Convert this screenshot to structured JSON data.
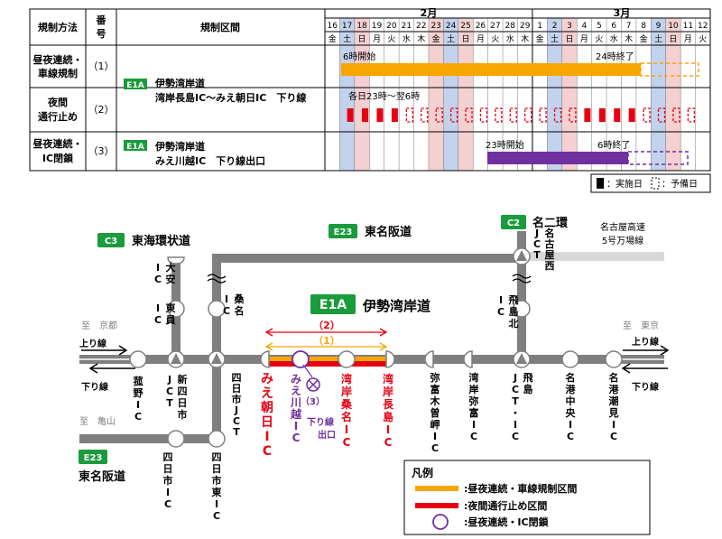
{
  "table": {
    "headers": {
      "method": "規制方法",
      "number": "番号",
      "section": "規制区間"
    },
    "months": [
      "2月",
      "3月"
    ],
    "days": [
      "16",
      "17",
      "18",
      "19",
      "20",
      "21",
      "22",
      "23",
      "24",
      "25",
      "26",
      "27",
      "28",
      "29",
      "1",
      "2",
      "3",
      "4",
      "5",
      "6",
      "7",
      "8",
      "9",
      "10",
      "11",
      "12"
    ],
    "weekdays": [
      "金",
      "土",
      "日",
      "月",
      "火",
      "水",
      "木",
      "金",
      "土",
      "日",
      "月",
      "火",
      "水",
      "木",
      "金",
      "土",
      "日",
      "月",
      "火",
      "水",
      "木",
      "金",
      "土",
      "日",
      "月",
      "火"
    ],
    "rows": [
      {
        "method": [
          "昼夜連続・",
          "車線規制"
        ],
        "number": "（1）",
        "badge": "E1A",
        "section": [
          "伊勢湾岸道",
          "湾岸長島IC～みえ朝日IC　下り線"
        ],
        "start_label": "6時開始",
        "end_label": "24時終了"
      },
      {
        "method": [
          "夜間",
          "通行止め"
        ],
        "number": "（2）",
        "night_label": "各日23時～翌6時"
      },
      {
        "method": [
          "昼夜連続・",
          "IC閉鎖"
        ],
        "number": "（3）",
        "badge": "E1A",
        "section": [
          "伊勢湾岸道",
          "みえ川越IC　下り線出口"
        ],
        "start_label": "23時開始",
        "end_label": "6時終了"
      }
    ],
    "legend_actual": "：実施日",
    "legend_reserve": "：予備日"
  },
  "map": {
    "c3_badge": "C3",
    "c3_name": "東海環状道",
    "e23_badge": "E23",
    "e23_name": "東名阪道",
    "c2_badge": "C2",
    "c2_name": "名二環",
    "nagoya5_name": [
      "名古屋高速",
      "5号万場線"
    ],
    "e1a_badge": "E1A",
    "e1a_name": "伊勢湾岸道",
    "e23_bottom_badge": "E23",
    "e23_bottom_name": "東名阪道",
    "to_kyoto": "至　京都",
    "to_tokyo": "至　東京",
    "to_kameyama": "至　亀山",
    "up_line": "上り線",
    "down_line": "下り線",
    "section2_label": "（2）",
    "section1_label": "（1）",
    "section3_label": "（3）",
    "exit_label": [
      "下り線",
      "出口"
    ],
    "nodes": {
      "odai": "大安IC",
      "higashiin": "東員IC",
      "kuwana": "桑名IC",
      "nagoyanishi": "名古屋西JCT",
      "tobishimakita": "飛島北IC",
      "komono": "菰野IC",
      "shinyokkaichi": "新四日市JCT",
      "yokkaichi_jct": "四日市JCT",
      "mieasahi": "みえ朝日IC",
      "miekawagoe": "みえ川越IC",
      "wanganKuwanaminami": "湾岸桑名IC",
      "wanganNagashima": "湾岸長島IC",
      "yatomikisozaki": "弥富木曽岬IC",
      "wanganyatomi": "湾岸弥富IC",
      "tobishima": "飛島JCT・IC",
      "meikochuo": "名港中央IC",
      "meikoshiomi": "名港潮見IC",
      "yokkaichi_ic": "四日市IC",
      "yokkaichihigashi": "四日市東IC"
    },
    "legend_title": "凡例",
    "legend_items": [
      ":昼夜連続・車線規制区間",
      ":夜間通行止め区間",
      ":昼夜連続・IC閉鎖"
    ]
  },
  "colors": {
    "orange": "#f7a600",
    "red": "#e60012",
    "purple": "#7030a0",
    "green": "#1a9b3c",
    "road": "#7f7f7f",
    "blue_col": "#b4c7e7",
    "pink_col": "#f2c4c4"
  }
}
